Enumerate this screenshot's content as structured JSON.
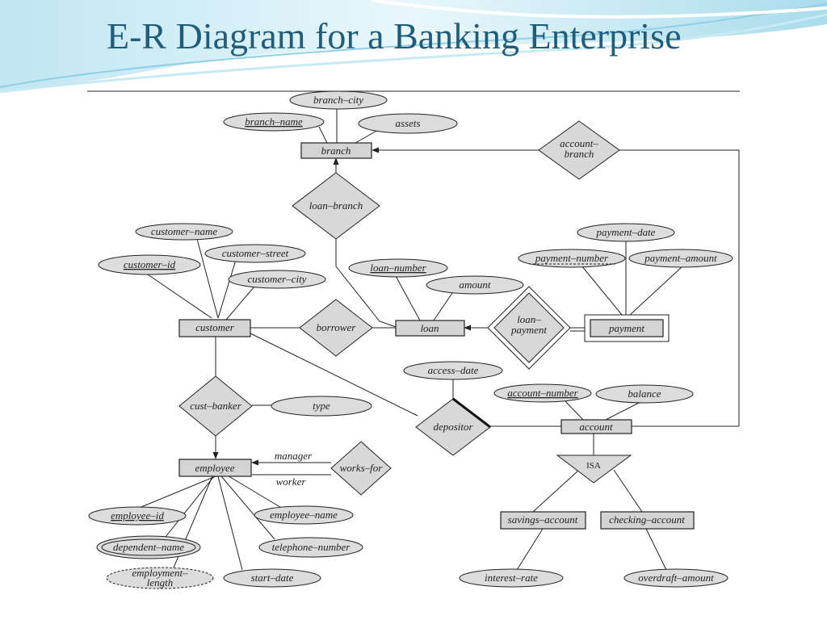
{
  "slide": {
    "title": "E-R Diagram for a Banking Enterprise"
  },
  "entities": {
    "branch": "branch",
    "customer": "customer",
    "loan": "loan",
    "payment": "payment",
    "employee": "employee",
    "account": "account",
    "savings_account": "savings–account",
    "checking_account": "checking–account"
  },
  "relationships": {
    "account_branch_1": "account–",
    "account_branch_2": "branch",
    "loan_branch": "loan–branch",
    "borrower": "borrower",
    "loan_payment_1": "loan–",
    "loan_payment_2": "payment",
    "cust_banker": "cust–banker",
    "depositor": "depositor",
    "works_for": "works–for",
    "isa": "ISA"
  },
  "attributes": {
    "branch_city": "branch–city",
    "branch_name": "branch–name",
    "assets": "assets",
    "customer_name": "customer–name",
    "customer_street": "customer–street",
    "customer_id": "customer–id",
    "customer_city": "customer–city",
    "loan_number": "loan–number",
    "amount": "amount",
    "payment_date": "payment–date",
    "payment_number": "payment–number",
    "payment_amount": "payment–amount",
    "access_date": "access–date",
    "account_number": "account–number",
    "balance": "balance",
    "type": "type",
    "employee_id": "employee–id",
    "employee_name": "employee–name",
    "dependent_name": "dependent–name",
    "telephone_number": "telephone–number",
    "employment_length_1": "employment–",
    "employment_length_2": "length",
    "start_date": "start–date",
    "interest_rate": "interest–rate",
    "overdraft_amount": "overdraft–amount"
  },
  "roles": {
    "manager": "manager",
    "worker": "worker"
  }
}
